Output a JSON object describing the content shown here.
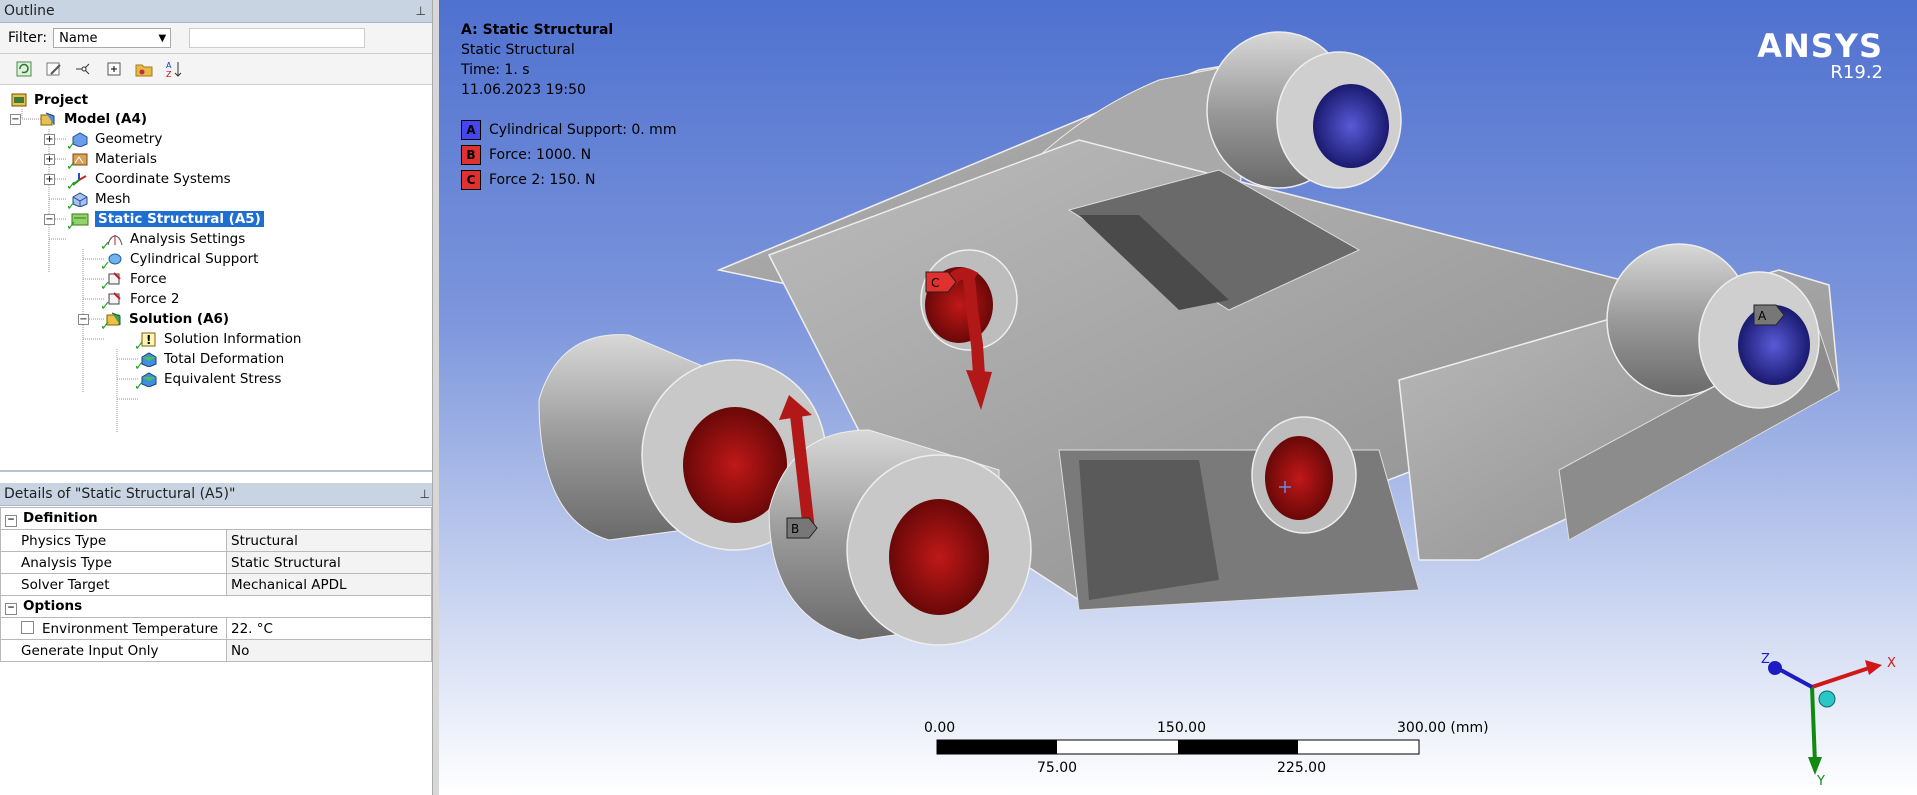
{
  "outline": {
    "title": "Outline",
    "filter_label": "Filter:",
    "filter_value": "Name",
    "tree": [
      {
        "label": "Project"
      },
      {
        "label": "Model (A4)"
      },
      {
        "label": "Geometry"
      },
      {
        "label": "Materials"
      },
      {
        "label": "Coordinate Systems"
      },
      {
        "label": "Mesh"
      },
      {
        "label": "Static Structural (A5)"
      },
      {
        "label": "Analysis Settings"
      },
      {
        "label": "Cylindrical Support"
      },
      {
        "label": "Force"
      },
      {
        "label": "Force 2"
      },
      {
        "label": "Solution (A6)"
      },
      {
        "label": "Solution Information"
      },
      {
        "label": "Total Deformation"
      },
      {
        "label": "Equivalent Stress"
      }
    ]
  },
  "details": {
    "title": "Details of \"Static Structural (A5)\"",
    "groups": [
      {
        "name": "Definition",
        "rows": [
          {
            "key": "Physics Type",
            "value": "Structural"
          },
          {
            "key": "Analysis Type",
            "value": "Static Structural"
          },
          {
            "key": "Solver Target",
            "value": "Mechanical APDL"
          }
        ]
      },
      {
        "name": "Options",
        "rows": [
          {
            "key": "Environment Temperature",
            "value": "22. °C"
          },
          {
            "key": "Generate Input Only",
            "value": "No"
          }
        ]
      }
    ]
  },
  "viewport": {
    "header": {
      "title": "A: Static Structural",
      "subtitle": "Static Structural",
      "time": "Time: 1. s",
      "date": "11.06.2023 19:50"
    },
    "legend": [
      {
        "letter": "A",
        "label": "Cylindrical Support: 0. mm",
        "color": "#3b3bf0"
      },
      {
        "letter": "B",
        "label": "Force: 1000. N",
        "color": "#e03030"
      },
      {
        "letter": "C",
        "label": "Force 2: 150. N",
        "color": "#e03030"
      }
    ],
    "brand": {
      "name": "ANSYS",
      "version": "R19.2"
    },
    "scale": {
      "top_labels": [
        "0.00",
        "150.00",
        "300.00 (mm)"
      ],
      "bottom_labels": [
        "75.00",
        "225.00"
      ]
    },
    "markers": {
      "a": "A",
      "b": "B",
      "c": "C"
    },
    "triad": {
      "x": "X",
      "y": "Y",
      "z": "Z"
    }
  }
}
